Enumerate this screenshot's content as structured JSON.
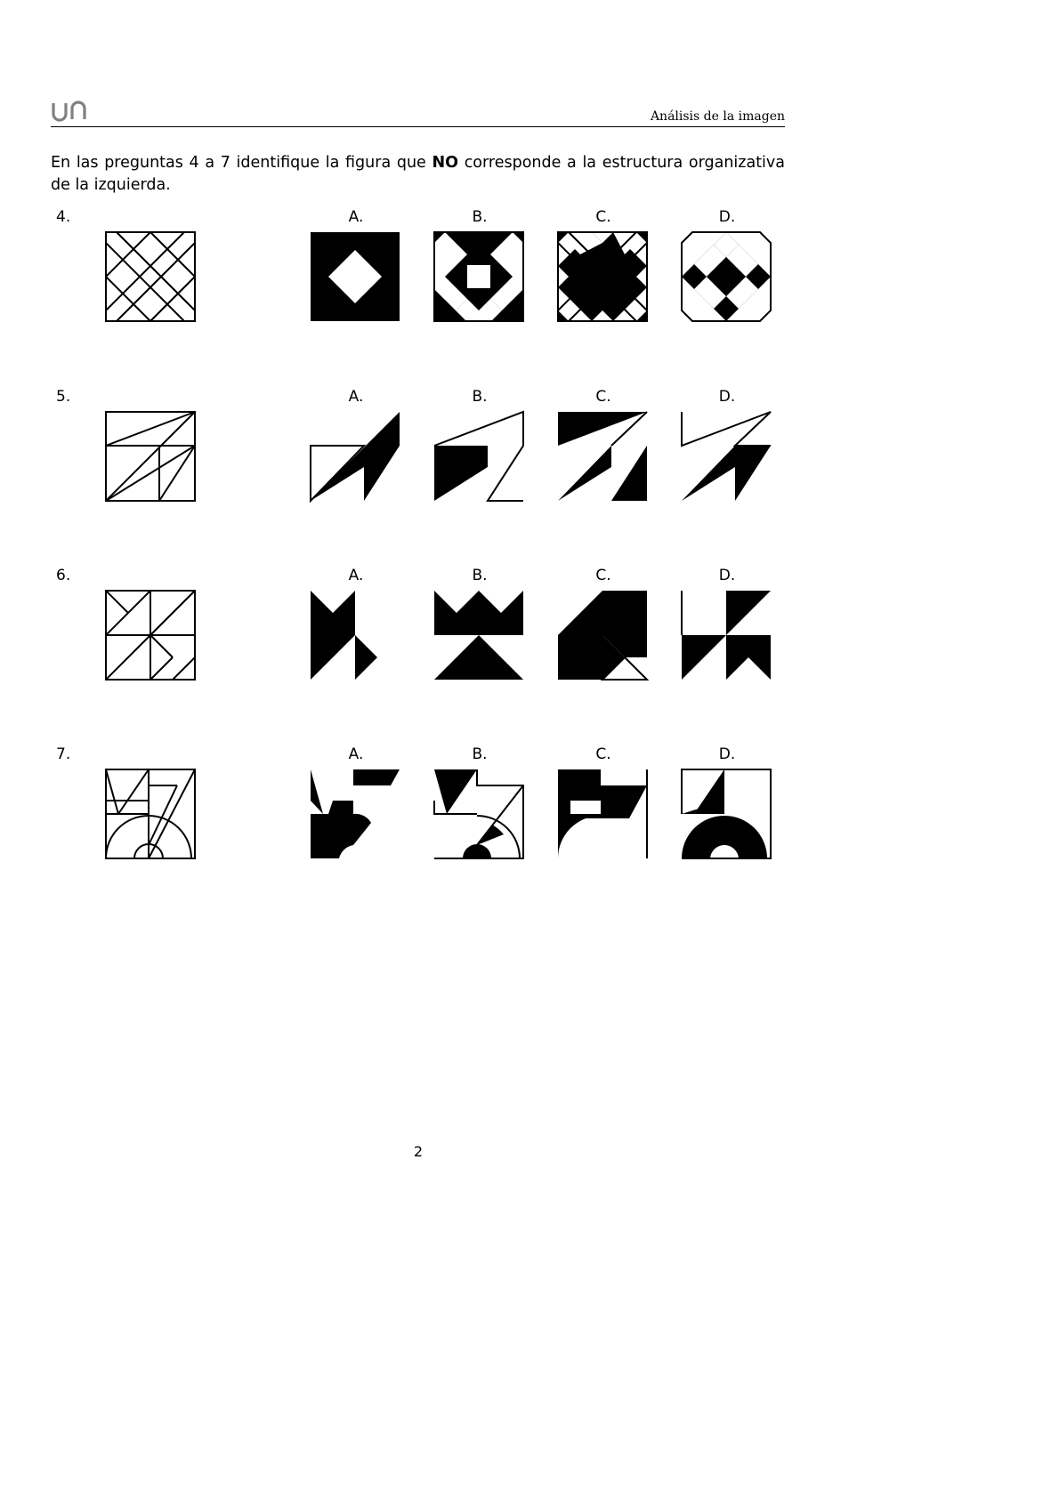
{
  "header": {
    "logo_text": "un",
    "title": "Análisis de la imagen"
  },
  "instructions": {
    "part1": "En las preguntas 4 a 7 identifique la figura que ",
    "emphasis": "NO",
    "part2": " corresponde a la estructura organizativa de la izquierda."
  },
  "questions": [
    {
      "number": "4.",
      "options": [
        "A.",
        "B.",
        "C.",
        "D."
      ]
    },
    {
      "number": "5.",
      "options": [
        "A.",
        "B.",
        "C.",
        "D."
      ]
    },
    {
      "number": "6.",
      "options": [
        "A.",
        "B.",
        "C.",
        "D."
      ]
    },
    {
      "number": "7.",
      "options": [
        "A.",
        "B.",
        "C.",
        "D."
      ]
    }
  ],
  "page_number": "2",
  "colors": {
    "ink": "#000000",
    "logo": "#808080"
  }
}
